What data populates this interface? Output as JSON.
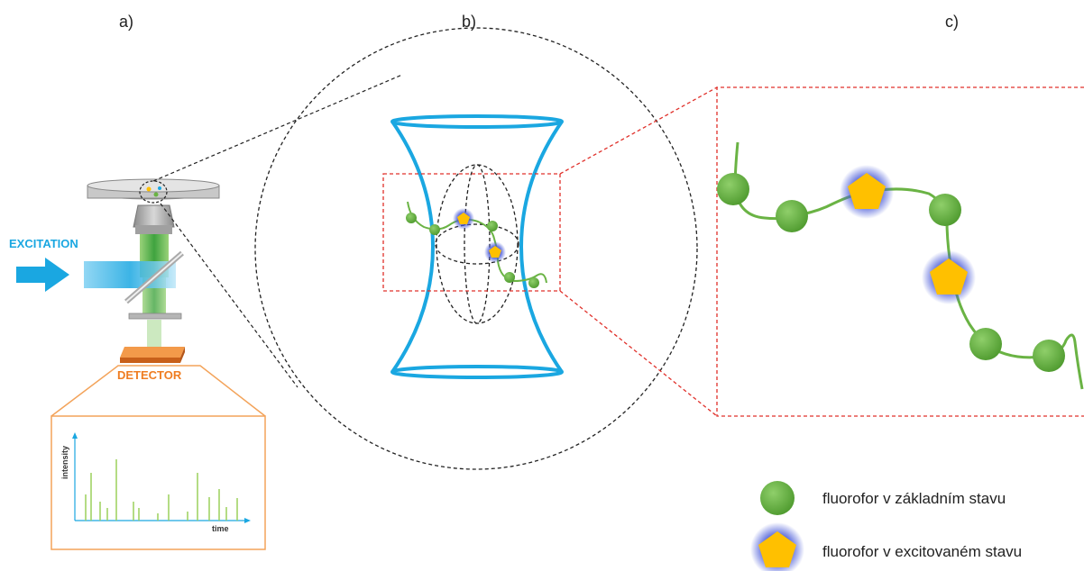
{
  "panels": {
    "a": "a)",
    "b": "b)",
    "c": "c)"
  },
  "setup": {
    "excitation_label": "EXCITATION",
    "detector_label": "DETECTOR",
    "plot_y_label": "intensity",
    "plot_x_label": "time"
  },
  "legend": {
    "ground_state": "fluorofor v základním stavu",
    "excited_state": "fluorofor v excitovaném stavu"
  },
  "colors": {
    "excitation": "#1aa7e1",
    "detector": "#ef7d22",
    "fluorophore_ground": "#6ab344",
    "fluorophore_excited": "#ffc000",
    "glow": "#4a5bd8",
    "zoom_box": "#e0302a",
    "focal_volume": "#1aa7e1"
  }
}
